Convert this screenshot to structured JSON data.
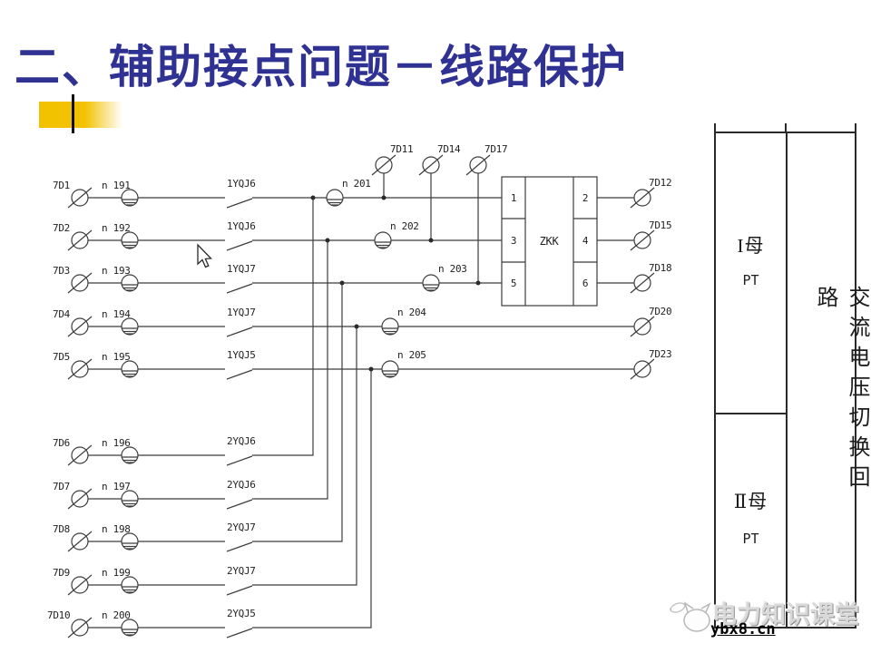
{
  "slide": {
    "title": "二、辅助接点问题－线路保护"
  },
  "diagram": {
    "rows": [
      {
        "terminal": "7D1",
        "wire": "n 191",
        "switch": "1YQJ6"
      },
      {
        "terminal": "7D2",
        "wire": "n 192",
        "switch": "1YQJ6"
      },
      {
        "terminal": "7D3",
        "wire": "n 193",
        "switch": "1YQJ7"
      },
      {
        "terminal": "7D4",
        "wire": "n 194",
        "switch": "1YQJ7"
      },
      {
        "terminal": "7D5",
        "wire": "n 195",
        "switch": "1YQJ5"
      },
      {
        "terminal": "7D6",
        "wire": "n 196",
        "switch": "2YQJ6"
      },
      {
        "terminal": "7D7",
        "wire": "n 197",
        "switch": "2YQJ6"
      },
      {
        "terminal": "7D8",
        "wire": "n 198",
        "switch": "2YQJ7"
      },
      {
        "terminal": "7D9",
        "wire": "n 199",
        "switch": "2YQJ7"
      },
      {
        "terminal": "7D10",
        "wire": "n 200",
        "switch": "2YQJ5"
      }
    ],
    "mid_wires": [
      "n 201",
      "n 202",
      "n 203",
      "n 204",
      "n 205"
    ],
    "top_terminals": [
      "7D11",
      "7D14",
      "7D17"
    ],
    "right_terminals": [
      "7D12",
      "7D15",
      "7D18",
      "7D20",
      "7D23"
    ],
    "zkk": {
      "label": "ZKK",
      "left_pins": [
        "1",
        "3",
        "5"
      ],
      "right_pins": [
        "2",
        "4",
        "6"
      ]
    },
    "right_box": {
      "bus1_label": "I母",
      "bus1_sub": "PT",
      "bus2_label": "Ⅱ母",
      "bus2_sub": "PT",
      "side_label": "交流电压切换回路"
    }
  },
  "watermark": {
    "brand": "电力知识课堂",
    "site": "ybx8.cn"
  },
  "colors": {
    "title": "#2f3193",
    "accent_gold": "#f2c200",
    "line": "#3c3c3c"
  }
}
